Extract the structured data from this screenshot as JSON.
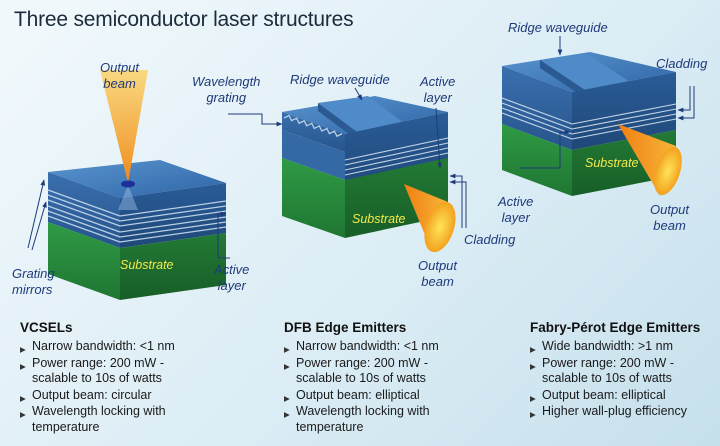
{
  "title": "Three semiconductor laser structures",
  "labels": {
    "vcsel_output_beam": "Output\nbeam",
    "vcsel_substrate": "Substrate",
    "vcsel_grating_mirrors": "Grating\nmirrors",
    "vcsel_active_layer": "Active\nlayer",
    "dfb_wavelength_grating": "Wavelength\ngrating",
    "dfb_ridge_waveguide": "Ridge waveguide",
    "dfb_active_layer": "Active\nlayer",
    "dfb_substrate": "Substrate",
    "dfb_cladding": "Cladding",
    "dfb_output_beam": "Output\nbeam",
    "fp_ridge_waveguide": "Ridge waveguide",
    "fp_cladding": "Cladding",
    "fp_substrate": "Substrate",
    "fp_active_layer": "Active\nlayer",
    "fp_output_beam": "Output\nbeam"
  },
  "columns": [
    {
      "heading": "VCSELs",
      "items": [
        "Narrow bandwidth: <1 nm",
        "Power range: 200 mW -\nscalable to 10s of watts",
        "Output beam: circular",
        "Wavelength locking with\ntemperature"
      ]
    },
    {
      "heading": "DFB Edge Emitters",
      "items": [
        "Narrow bandwidth: <1 nm",
        "Power range: 200 mW -\nscalable to 10s of watts",
        "Output beam: elliptical",
        "Wavelength locking with\ntemperature"
      ]
    },
    {
      "heading": "Fabry-Pérot Edge Emitters",
      "items": [
        "Wide bandwidth: >1 nm",
        "Power range: 200 mW -\nscalable to 10s of watts",
        "Output beam: elliptical",
        "Higher wall-plug efficiency"
      ]
    }
  ],
  "colors": {
    "top_blue": "#3d78b8",
    "substrate_green": "#2e8b3f",
    "label_blue": "#1f3a7a",
    "substrate_text": "#f4ea4a",
    "beam_orange": "#f5a623"
  }
}
